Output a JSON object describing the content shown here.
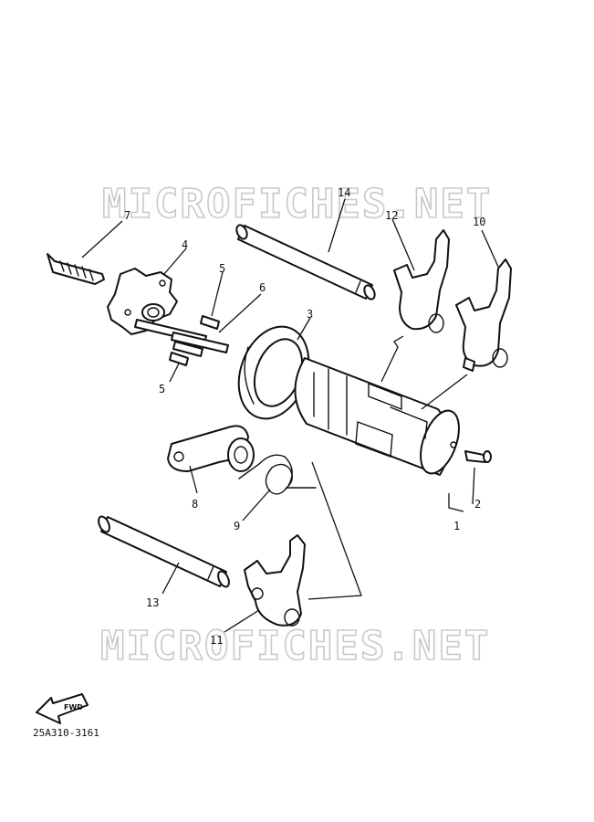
{
  "watermarks": [
    "MICROFICHES.NET",
    "MICROFICHES.NET"
  ],
  "callouts": {
    "c1": "1",
    "c2": "2",
    "c3": "3",
    "c4": "4",
    "c5a": "5",
    "c5b": "5",
    "c6": "6",
    "c7": "7",
    "c8": "8",
    "c9": "9",
    "c10": "10",
    "c11": "11",
    "c12": "12",
    "c13": "13",
    "c14": "14"
  },
  "fwd_label": "FWD",
  "diagram_code": "25A310-3161"
}
